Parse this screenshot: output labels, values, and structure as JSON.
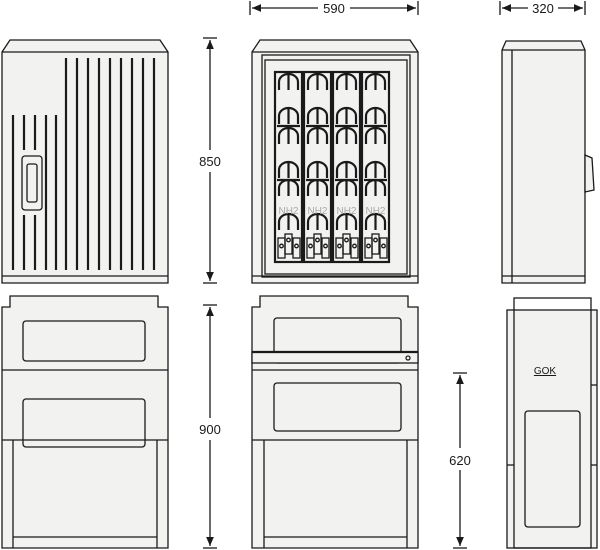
{
  "dimensions": {
    "width_front": "590",
    "depth_side": "320",
    "height_cabinet": "850",
    "height_base": "900",
    "depth_buried": "620"
  },
  "labels": {
    "ground_level": "GOK",
    "fuse_type": [
      "NH2",
      "NH2",
      "NH2",
      "NH2"
    ]
  },
  "colors": {
    "line": "#1a1a1a",
    "body": "#f2f2f0"
  }
}
